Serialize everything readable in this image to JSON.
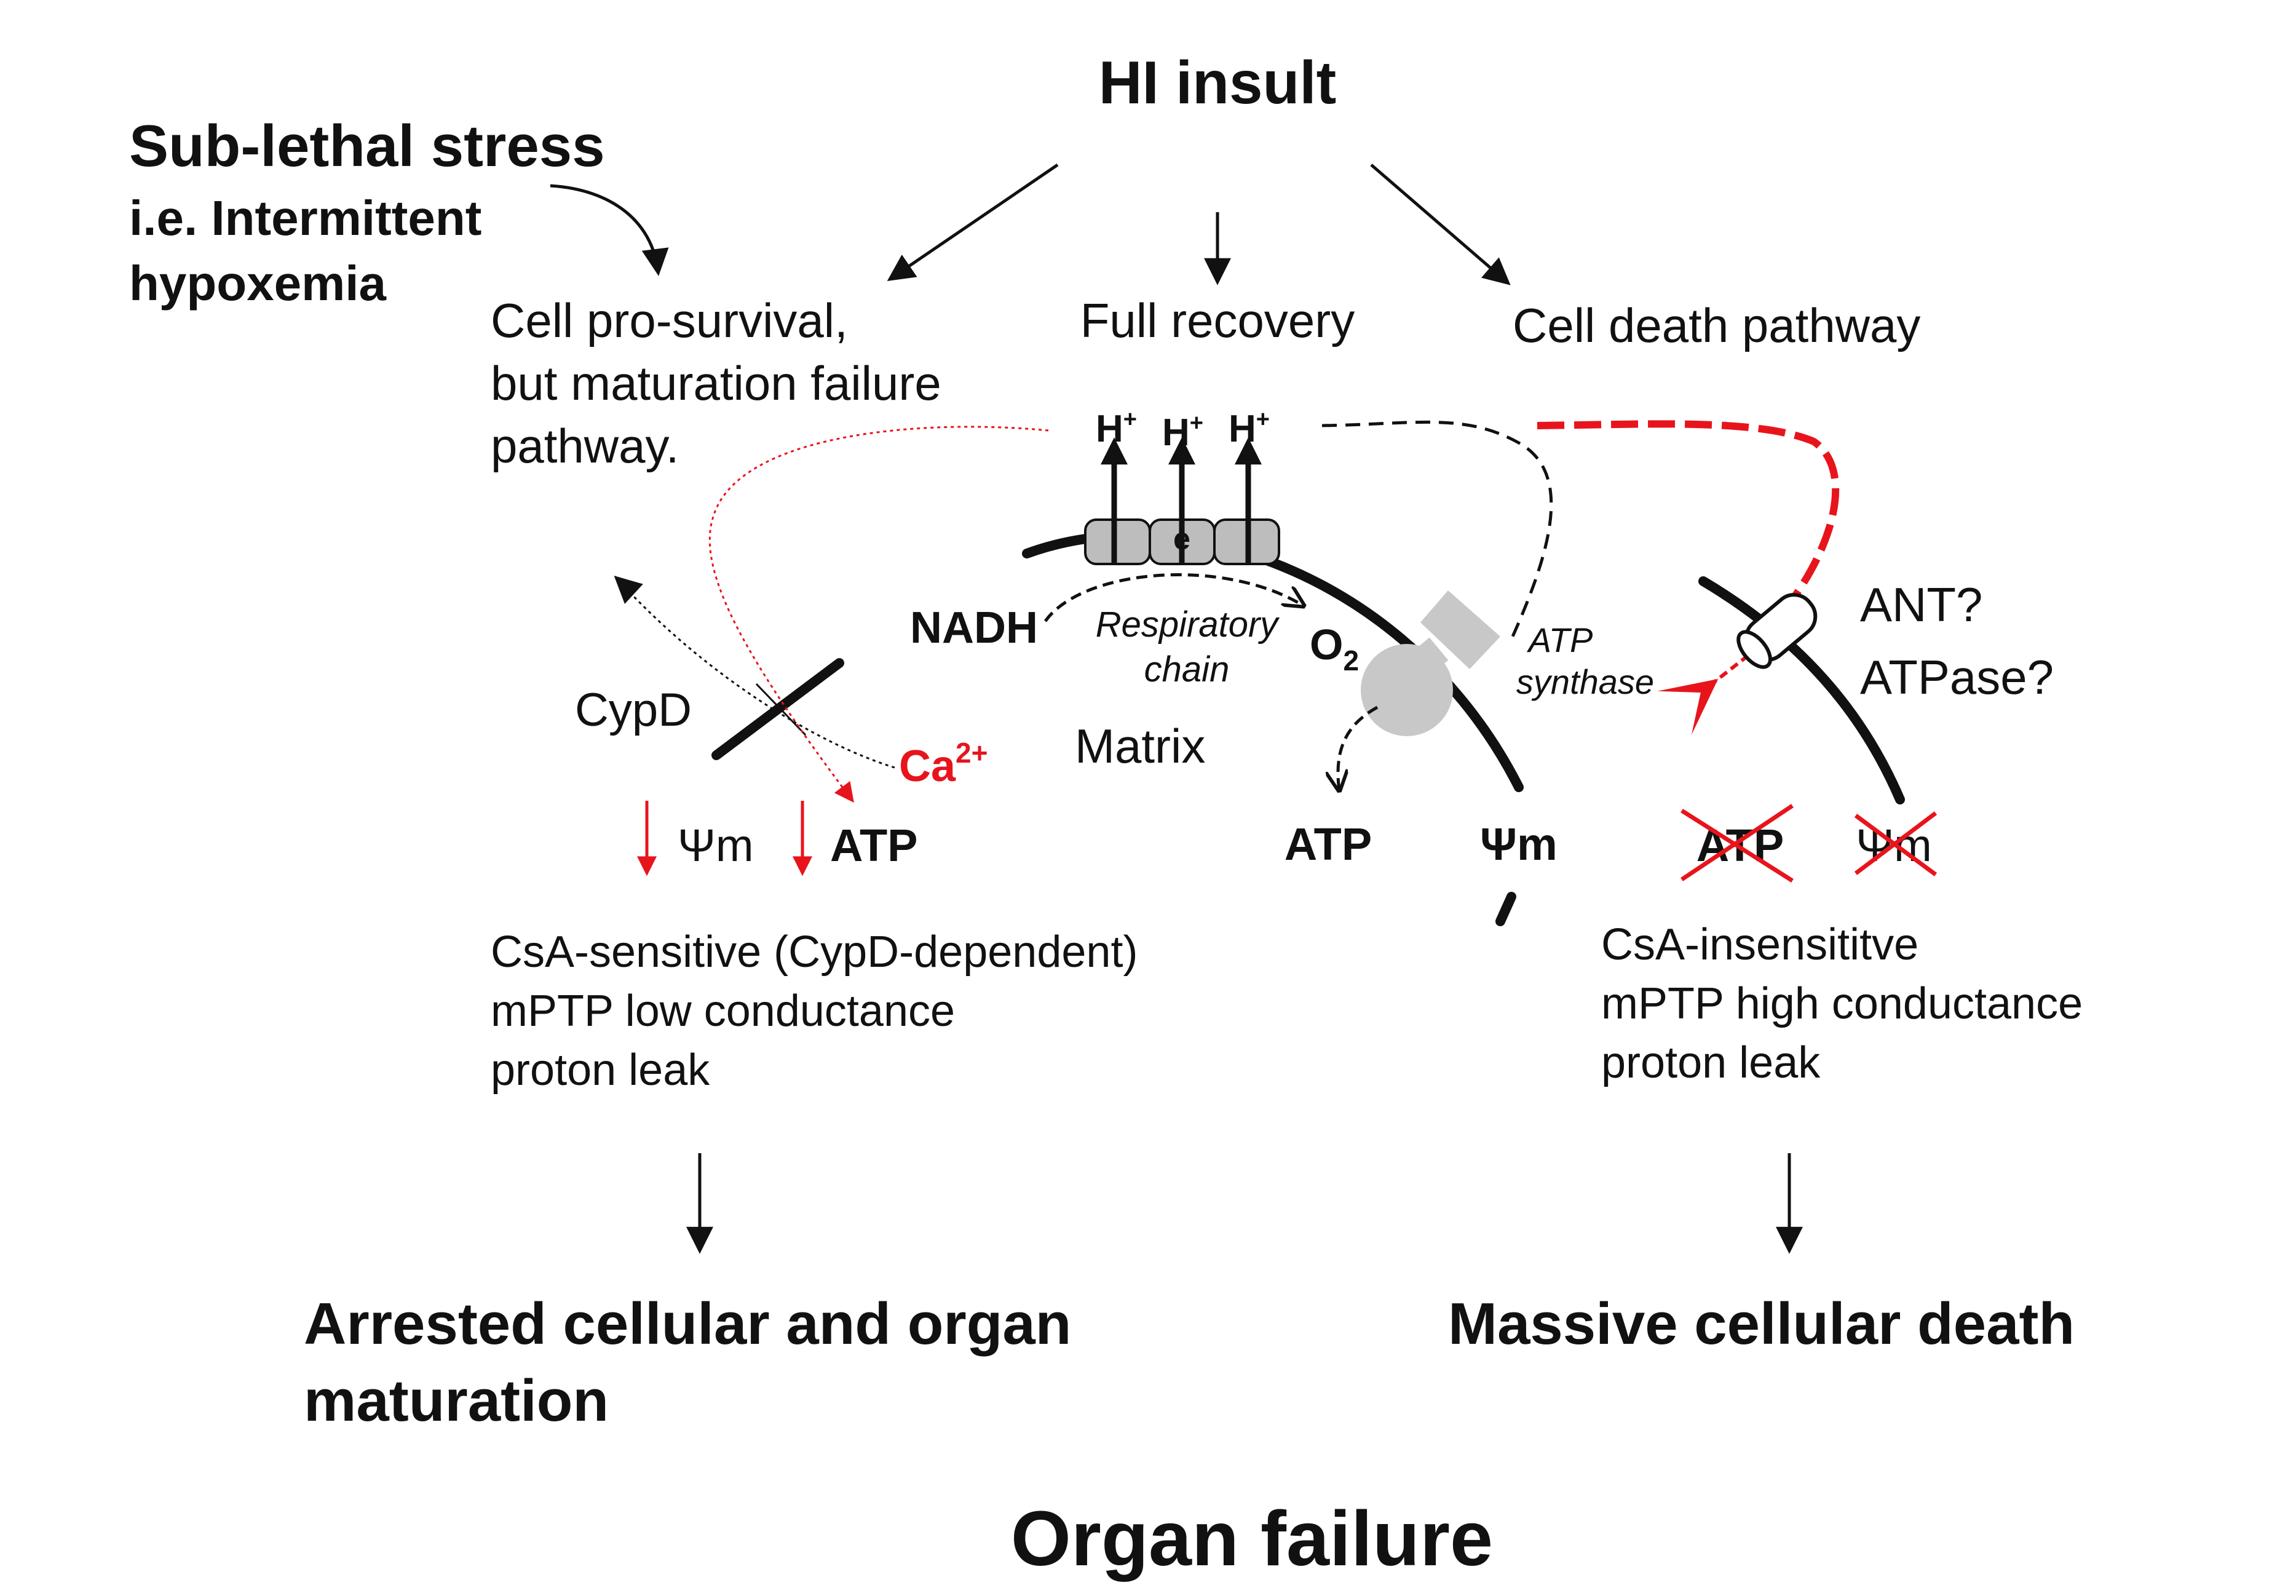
{
  "title_top": "HI insult",
  "stress": {
    "title": "Sub-lethal stress",
    "line1": "i.e. Intermittent",
    "line2": "hypoxemia"
  },
  "outcomes": {
    "pro_survival_line1": "Cell pro-survival,",
    "pro_survival_line2": "but maturation failure",
    "pro_survival_line3": "pathway.",
    "full_recovery": "Full recovery",
    "cell_death": "Cell death pathway"
  },
  "mito": {
    "proton": "H",
    "proton_sup": "+",
    "electron": "e",
    "nadh": "NADH",
    "resp_line1": "Respiratory",
    "resp_line2": "chain",
    "o2": "O",
    "o2_sub": "2",
    "atp_synthase_line1": "ATP",
    "atp_synthase_line2": "synthase",
    "matrix": "Matrix",
    "cypd": "CypD",
    "calcium": "Ca",
    "calcium_sup": "2+",
    "ant": "ANT?",
    "atpase": "ATPase?",
    "psi_m": "Ψm",
    "atp": "ATP"
  },
  "left_desc": {
    "line1": "CsA-sensitive (CypD-dependent)",
    "line2": "mPTP low conductance",
    "line3": "proton leak"
  },
  "right_desc": {
    "line1": "CsA-insensititve",
    "line2": "mPTP high conductance",
    "line3": "proton leak"
  },
  "results": {
    "left_line1": "Arrested cellular and organ",
    "left_line2": "maturation",
    "right": "Massive cellular death"
  },
  "bottom": "Organ failure",
  "colors": {
    "ink": "#111111",
    "accent_red": "#e8141c",
    "complex_fill": "#bdbdbd",
    "synthase_fill": "#c8c8c8"
  }
}
